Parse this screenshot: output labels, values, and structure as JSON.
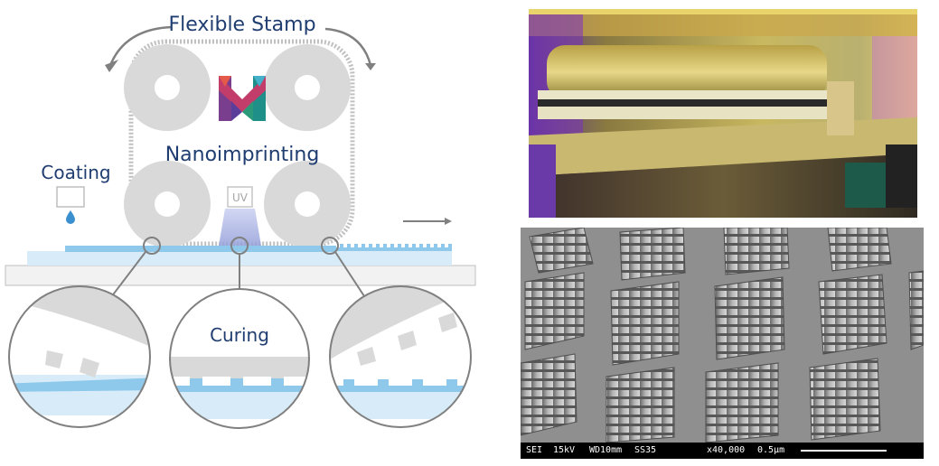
{
  "diagram": {
    "labels": {
      "flexible_stamp": "Flexible Stamp",
      "nanoimprinting": "Nanoimprinting",
      "coating": "Coating",
      "uv": "UV",
      "curing": "Curing"
    },
    "colors": {
      "label_text": "#1f3d70",
      "stamp_gray": "#d9d9d9",
      "resin_blue": "#8ec9ec",
      "film_light_blue": "#d7ecf8",
      "uv_beam": "#9aa6db",
      "arrow_gray": "#7f7f7f"
    }
  },
  "photo_equipment": {
    "description_icon": "machine-photo"
  },
  "sem_image": {
    "info_bar": {
      "detector": "SEI",
      "voltage": "15kV",
      "working_distance": "WD10mm",
      "spot": "SS35",
      "magnification": "x40,000",
      "scale": "0.5µm"
    }
  }
}
